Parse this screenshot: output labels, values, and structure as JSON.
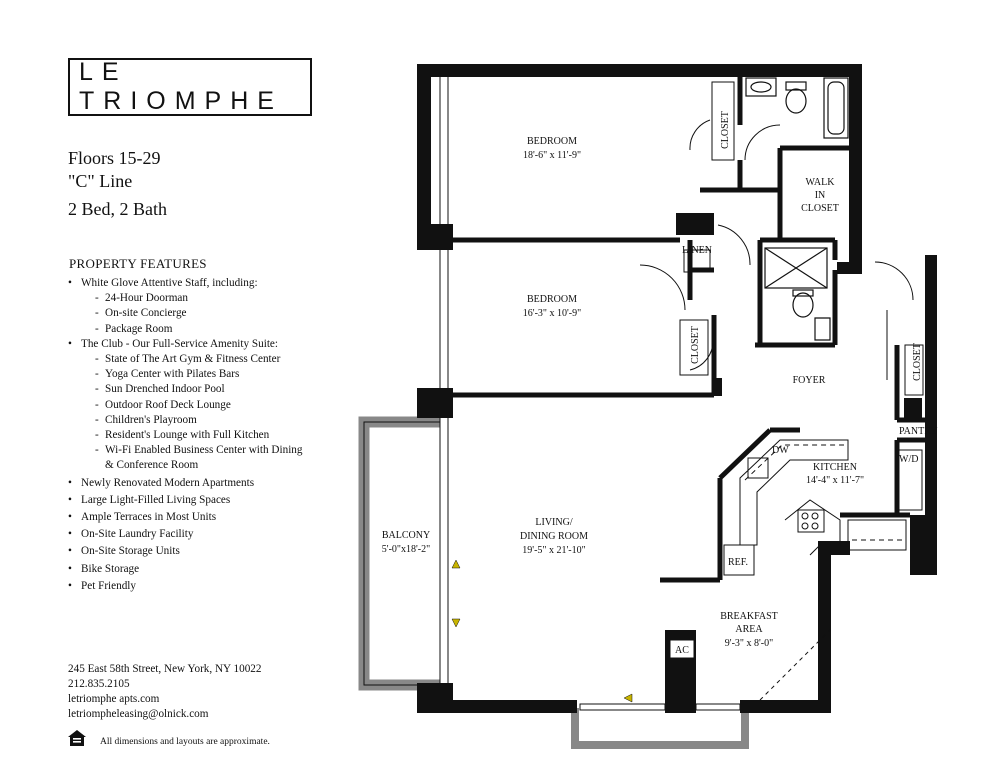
{
  "logo": {
    "text": "LE TRIOMPHE"
  },
  "unit": {
    "floors": "Floors 15-29",
    "line": "\"C\" Line",
    "beds_baths": "2 Bed, 2 Bath"
  },
  "features": {
    "heading": "PROPERTY FEATURES",
    "items": [
      {
        "text": "White Glove Attentive Staff, including:",
        "subs": [
          "24-Hour Doorman",
          "On-site Concierge",
          "Package Room"
        ]
      },
      {
        "text": "The Club - Our Full-Service Amenity Suite:",
        "subs": [
          "State of The Art Gym & Fitness Center",
          "Yoga Center with Pilates Bars",
          "Sun Drenched Indoor Pool",
          "Outdoor Roof Deck Lounge",
          "Children's Playroom",
          "Resident's Lounge with Full Kitchen",
          "Wi-Fi Enabled Business Center with Dining",
          "& Conference Room"
        ]
      },
      {
        "text": "Newly Renovated Modern Apartments"
      },
      {
        "text": "Large Light-Filled Living Spaces"
      },
      {
        "text": "Ample Terraces in Most Units"
      },
      {
        "text": "On-Site Laundry Facility"
      },
      {
        "text": "On-Site Storage Units"
      },
      {
        "text": "Bike Storage"
      },
      {
        "text": "Pet Friendly"
      }
    ]
  },
  "contact": {
    "address": "245 East 58th Street, New York, NY 10022",
    "phone": "212.835.2105",
    "website": "letriomphe apts.com",
    "email": "letriompheleasing@olnick.com"
  },
  "disclaimer": "All dimensions and layouts are approximate.",
  "rooms": {
    "bedroom1": {
      "name": "BEDROOM",
      "dims": "18'-6\" x 11'-9\""
    },
    "bedroom2": {
      "name": "BEDROOM",
      "dims": "16'-3\" x 10'-9\""
    },
    "closet": "CLOSET",
    "walk_in": [
      "WALK",
      "IN",
      "CLOSET"
    ],
    "linen": "LINEN",
    "foyer": "FOYER",
    "pantry": "PANTRY",
    "wd": "W/D",
    "kitchen": {
      "name": "KITCHEN",
      "dims": "14'-4\" x 11'-7\""
    },
    "dw": "DW",
    "ref": "REF.",
    "balcony": {
      "name": "BALCONY",
      "dims": "5'-0\"x18'-2\""
    },
    "living": {
      "line1": "LIVING/",
      "line2": "DINING ROOM",
      "dims": "19'-5\" x 21'-10\""
    },
    "breakfast": {
      "line1": "BREAKFAST",
      "line2": "AREA",
      "dims": "9'-3\" x 8'-0\""
    },
    "ac": "AC"
  }
}
